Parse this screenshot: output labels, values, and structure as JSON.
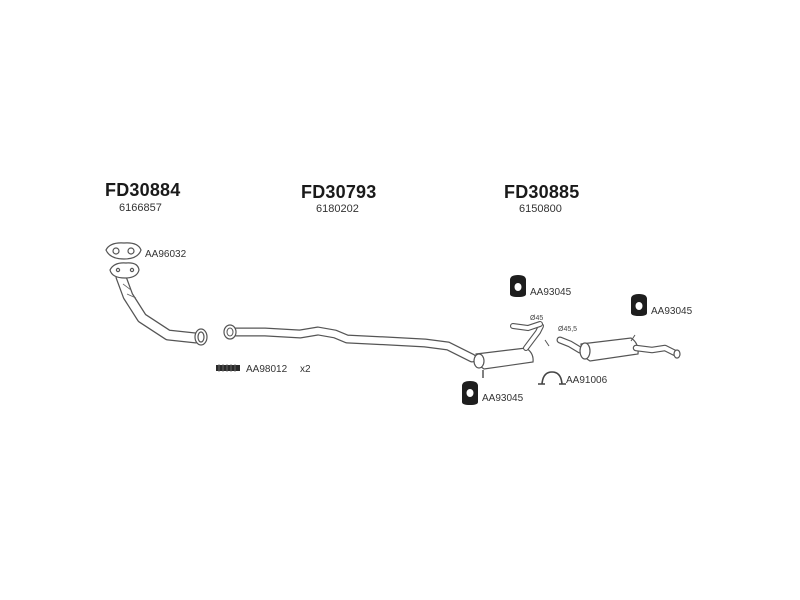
{
  "sections": [
    {
      "code": "FD30884",
      "number": "6166857"
    },
    {
      "code": "FD30793",
      "number": "6180202"
    },
    {
      "code": "FD30885",
      "number": "6150800"
    }
  ],
  "parts": {
    "gasket": "AA96032",
    "bolt": "AA98012",
    "bolt_qty": "x2",
    "hanger_center_top": "AA93045",
    "hanger_center_bottom": "AA93045",
    "hanger_right": "AA93045",
    "clamp": "AA91006"
  },
  "dimensions": {
    "center_outlet": "Ø45",
    "rear_inlet": "Ø45,5"
  },
  "colors": {
    "line": "#555555",
    "fill": "#ffffff",
    "rubber": "#1e1e1e"
  }
}
